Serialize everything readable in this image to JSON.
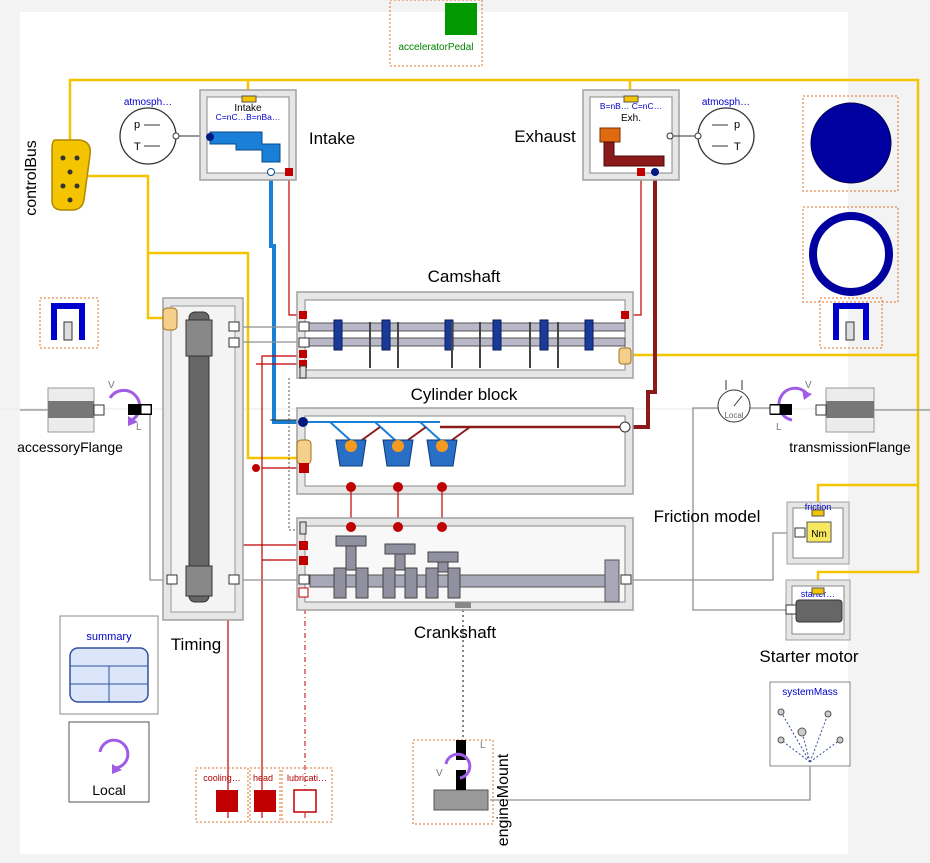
{
  "colors": {
    "bus": "#f5c400",
    "intake_pipe": "#1a7fd6",
    "exhaust_pipe": "#8b1a1a",
    "heat_port": "#c00000",
    "flange_blue": "#0000cc",
    "mech_gray": "#909090",
    "label_blue": "#0000cc",
    "label_red": "#b00000",
    "label_green": "#008000",
    "pedal_green": "#009900",
    "arrow_purple": "#a05ce6"
  },
  "labels": {
    "accelerator": "acceleratorPedal",
    "control_bus": "controlBus",
    "atmosphere_left": "atmosph…",
    "atmosphere_right": "atmosph…",
    "sensor_p": "p",
    "sensor_t": "T",
    "intake_icon_title": "Intake",
    "intake_icon_sub": "C=nC…B=nBa…",
    "intake_name": "Intake",
    "exhaust_icon_sub": "B=nB… C=nC…",
    "exhaust_icon_title": "Exh.",
    "exhaust_name": "Exhaust",
    "camshaft": "Camshaft",
    "cylinder_block": "Cylinder block",
    "crankshaft": "Crankshaft",
    "timing": "Timing",
    "accessory_flange": "accessoryFlange",
    "transmission_flange": "transmissionFlange",
    "speed_v": "V",
    "speed_l": "L",
    "friction_model": "Friction model",
    "friction_icon": "friction",
    "friction_unit": "Nm",
    "starter_icon": "starter…",
    "starter_motor": "Starter motor",
    "system_mass": "systemMass",
    "summary": "summary",
    "local": "Local",
    "sensor_local": "Local",
    "engine_mount": "engineMount",
    "cooling": "cooling…",
    "head": "head",
    "lubrication": "lubricati…"
  }
}
